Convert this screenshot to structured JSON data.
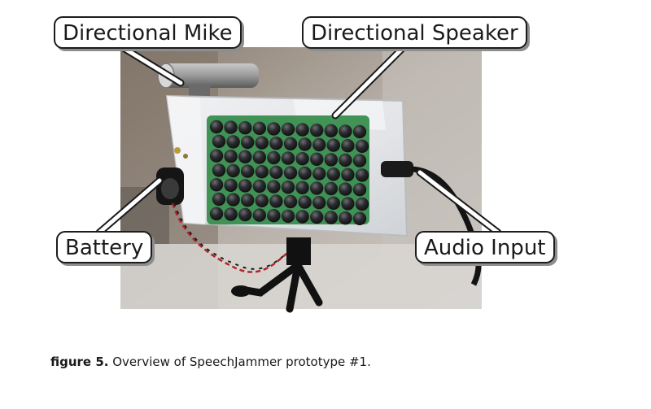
{
  "figure": {
    "callouts": {
      "directional_mike": "Directional Mike",
      "directional_speaker": "Directional Speaker",
      "battery": "Battery",
      "audio_input": "Audio Input"
    }
  },
  "caption": {
    "label": "figure 5.",
    "text": "Overview of SpeechJammer prototype #1."
  },
  "colors": {
    "device_case": "#e4e6e8",
    "speaker_dome": "#1e1f21",
    "circuit_board": "#2e8a45",
    "cable": "#141414"
  }
}
